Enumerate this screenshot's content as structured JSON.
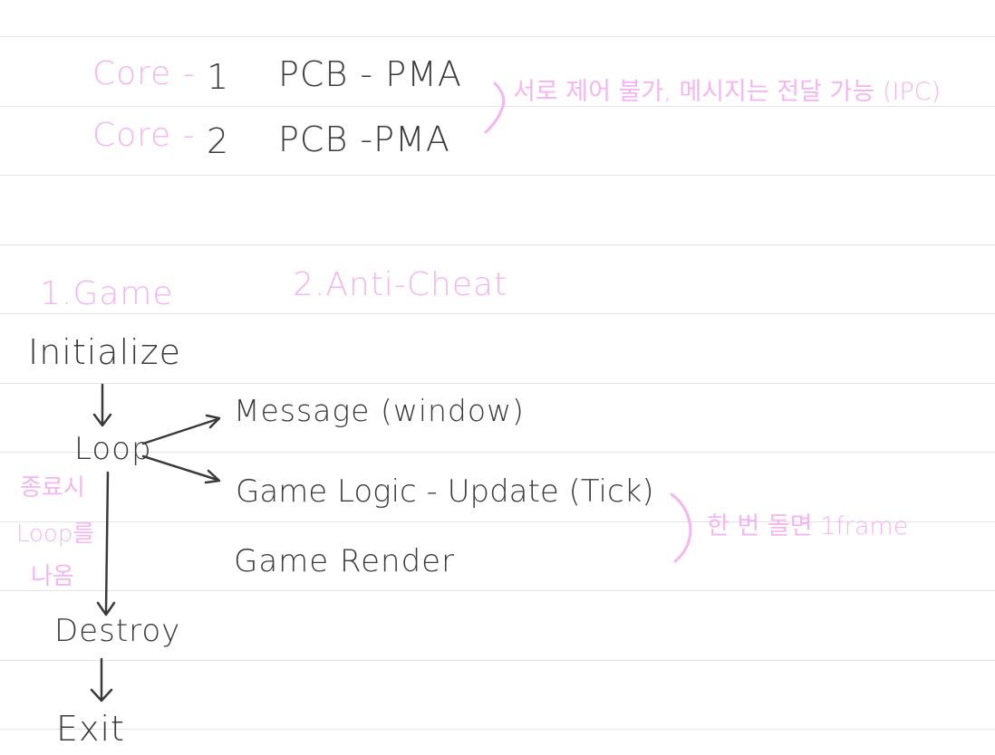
{
  "colors": {
    "ink": "#3a3a3a",
    "pink": "#f3b6f1",
    "rule": "#e3e3e3",
    "paper": "#ffffff"
  },
  "cores": [
    {
      "label": "Core -",
      "number": "1",
      "text": "PCB - PMA"
    },
    {
      "label": "Core -",
      "number": "2",
      "text": "PCB -PMA"
    }
  ],
  "core_note": "서로 제어 불가, 메시지는 전달 가능 (IPC)",
  "sections": {
    "game": "1.Game",
    "anti_cheat": "2.Anti-Cheat"
  },
  "flow": {
    "initialize": "Initialize",
    "loop": "Loop",
    "message": "Message (window)",
    "game_logic": "Game Logic - Update (Tick)",
    "game_render": "Game Render",
    "destroy": "Destroy",
    "exit": "Exit"
  },
  "notes": {
    "loop_exit_line1": "종료시",
    "loop_exit_line2": "Loop를",
    "loop_exit_line3": "나옴",
    "frame": "한 번 돌면 1frame"
  }
}
